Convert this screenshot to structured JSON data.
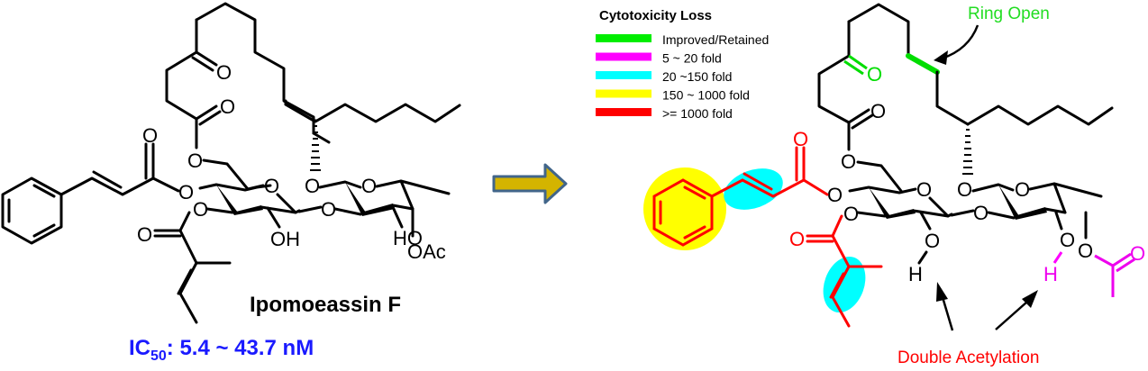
{
  "left_structure": {
    "compound_name": "Ipomoeassin F",
    "ic50_prefix": "IC",
    "ic50_subscript": "50",
    "ic50_value": ": 5.4 ~ 43.7 nM",
    "atom_labels": {
      "oxygen": "O",
      "hydroxyl": "OH",
      "hydroxyl_left": "HO",
      "acetate": "OAc"
    }
  },
  "arrow": {
    "fill_color": "#d4b400",
    "border_color": "#41658a"
  },
  "legend": {
    "title": "Cytotoxicity Loss",
    "items": [
      {
        "label": "Improved/Retained",
        "color": "#00ee00"
      },
      {
        "label": "5 ~ 20 fold",
        "color": "#ff00ff"
      },
      {
        "label": "20 ~150 fold",
        "color": "#00ffff"
      },
      {
        "label": "150 ~ 1000 fold",
        "color": "#ffff00"
      },
      {
        "label": ">= 1000 fold",
        "color": "#ff0000"
      }
    ]
  },
  "right_structure": {
    "ring_open_label": "Ring Open",
    "double_acetylation_label": "Double Acetylation",
    "atom_labels": {
      "oxygen": "O",
      "hydrogen": "H"
    }
  }
}
